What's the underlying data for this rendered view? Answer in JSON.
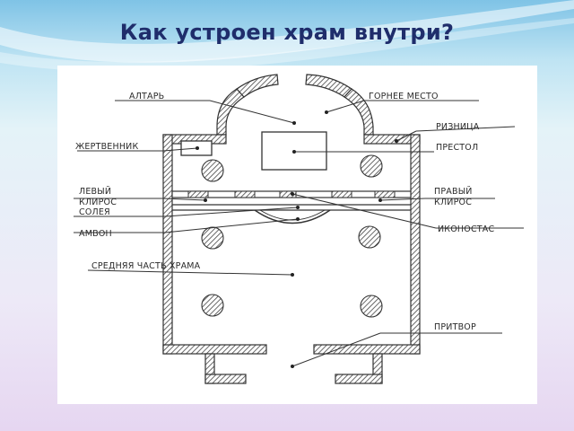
{
  "title": "Как устроен храм внутри?",
  "diagram": {
    "labels": {
      "altar": "АЛТАРЬ",
      "gornee_mesto": "ГОРНЕЕ МЕСТО",
      "riznitsa": "РИЗНИЦА",
      "zhertvennik": "ЖЕРТВЕННИК",
      "prestol": "ПРЕСТОЛ",
      "levy_kliros_1": "ЛЕВЫЙ",
      "levy_kliros_2": "КЛИРОС",
      "pravy_kliros_1": "ПРАВЫЙ",
      "pravy_kliros_2": "КЛИРОС",
      "soleya": "СОЛЕЯ",
      "ikonostas": "ИКОНОСТАС",
      "amvon": "АМВОН",
      "srednyaya_chast": "СРЕДНЯЯ ЧАСТЬ ХРАМА",
      "pritvor": "ПРИТВОР"
    }
  },
  "colors": {
    "title": "#1f2d6b",
    "ink": "#2a2a2a",
    "hatch": "#444444"
  }
}
